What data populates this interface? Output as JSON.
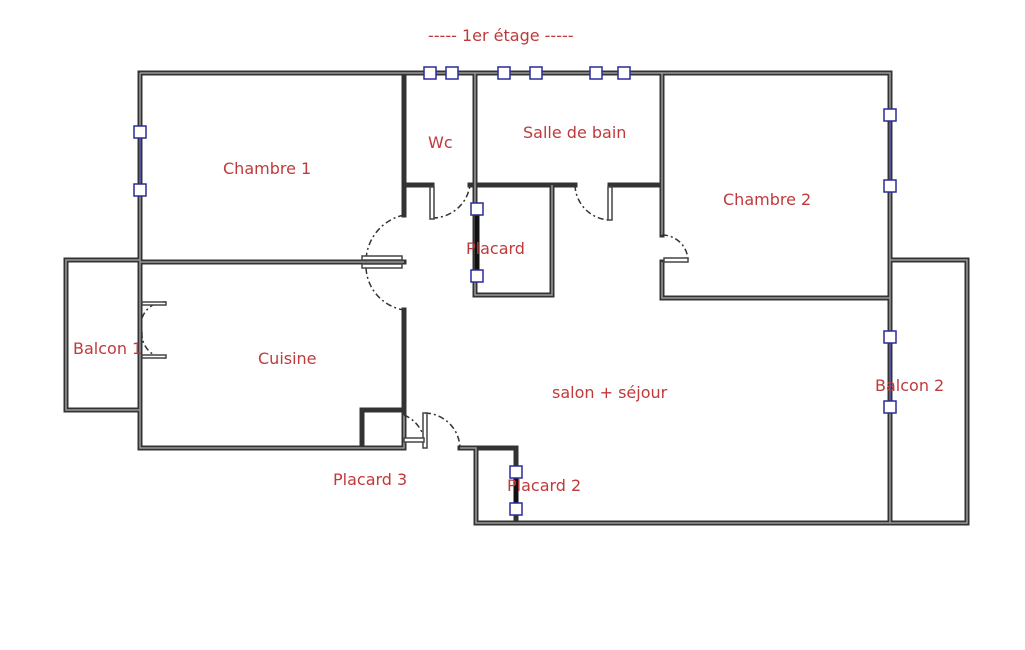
{
  "title": "-----  1er étage  -----",
  "rooms": {
    "chambre1": "Chambre 1",
    "wc": "Wc",
    "salle_de_bain": "Salle de bain",
    "chambre2": "Chambre 2",
    "placard": "Placard",
    "balcon1": "Balcon  1",
    "cuisine": "Cuisine",
    "salon": "salon + séjour",
    "balcon2": "Balcon  2",
    "placard3": "Placard 3",
    "placard2": "Placard 2"
  },
  "colors": {
    "label": "#c0393b",
    "wall": "#333333",
    "window": "#2a2a9a"
  }
}
